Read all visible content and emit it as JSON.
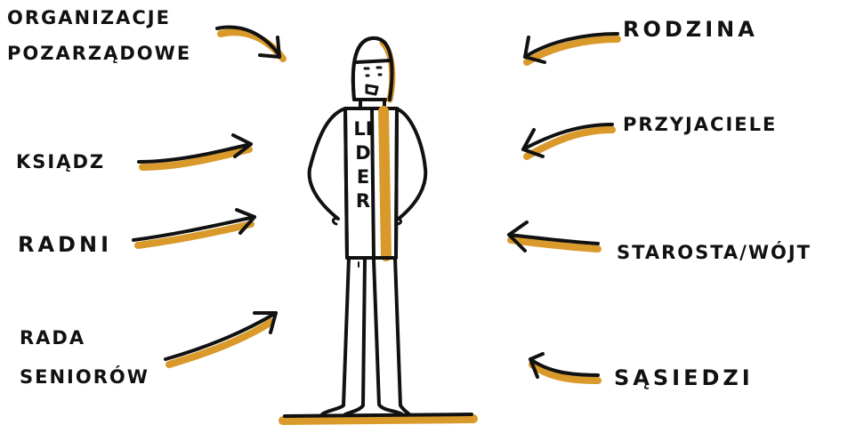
{
  "colors": {
    "ink": "#111111",
    "accent": "#d99a2b"
  },
  "center": {
    "label": "LIDER"
  },
  "left_labels": [
    {
      "id": "organizacje",
      "lines": [
        "Organizacje",
        "Pozarządowe"
      ]
    },
    {
      "id": "ksiadz",
      "lines": [
        "Ksiądz"
      ]
    },
    {
      "id": "radni",
      "lines": [
        "Radni"
      ]
    },
    {
      "id": "rada-seniorow",
      "lines": [
        "Rada",
        "Seniorów"
      ]
    }
  ],
  "right_labels": [
    {
      "id": "rodzina",
      "lines": [
        "Rodzina"
      ]
    },
    {
      "id": "przyjaciele",
      "lines": [
        "Przyjaciele"
      ]
    },
    {
      "id": "starosta-wojt",
      "lines": [
        "Starosta/Wójt"
      ]
    },
    {
      "id": "sasiedzi",
      "lines": [
        "Sąsiedzi"
      ]
    }
  ]
}
